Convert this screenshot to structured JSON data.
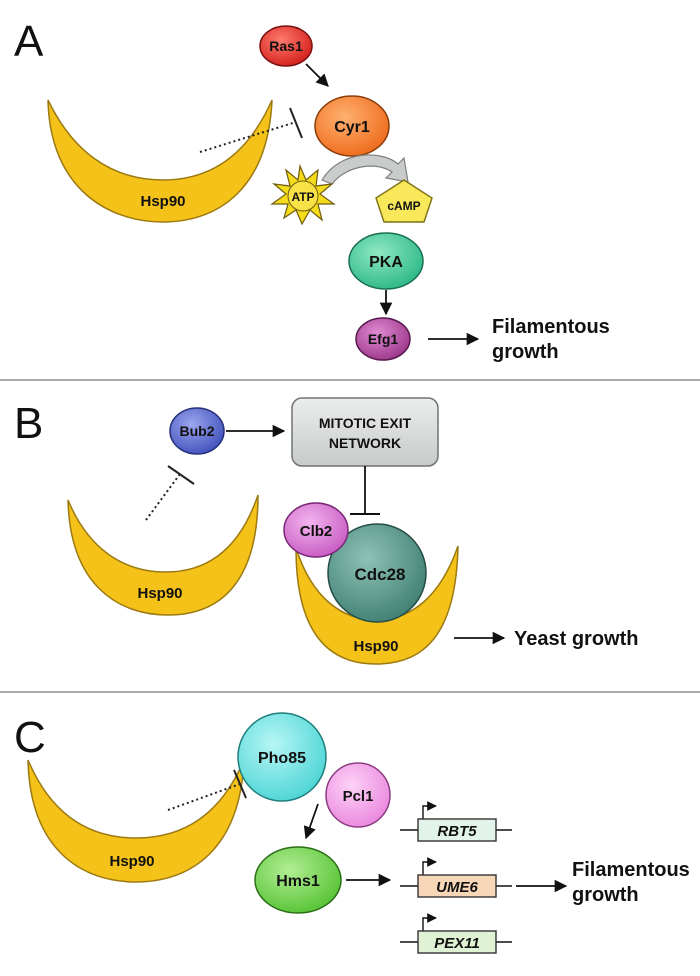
{
  "panels": {
    "A": {
      "letter": "A",
      "hsp90": "Hsp90",
      "ras1": "Ras1",
      "cyr1": "Cyr1",
      "atp": "ATP",
      "camp": "cAMP",
      "pka": "PKA",
      "efg1": "Efg1",
      "output_line1": "Filamentous",
      "output_line2": "growth"
    },
    "B": {
      "letter": "B",
      "bub2": "Bub2",
      "men_line1": "MITOTIC EXIT",
      "men_line2": "NETWORK",
      "hsp90_free": "Hsp90",
      "clb2": "Clb2",
      "cdc28": "Cdc28",
      "hsp90_complex": "Hsp90",
      "output": "Yeast growth"
    },
    "C": {
      "letter": "C",
      "hsp90": "Hsp90",
      "pho85": "Pho85",
      "pcl1": "Pcl1",
      "hms1": "Hms1",
      "genes": [
        "RBT5",
        "UME6",
        "PEX11"
      ],
      "output_line1": "Filamentous",
      "output_line2": "growth"
    }
  },
  "colors": {
    "hsp90": "#f5c21a",
    "ras1": "#e8332a",
    "cyr1": "#f37f2a",
    "atp": "#f5dc1a",
    "camp": "#f8e85a",
    "pka": "#3ec79a",
    "efg1": "#b3479e",
    "bub2": "#5566cc",
    "men_box": "#d6d9d8",
    "clb2": "#d56fd0",
    "cdc28": "#4e9486",
    "pho85": "#5ee0e0",
    "pcl1": "#f29be8",
    "hms1": "#6cd24a",
    "gene_rbt5": "#e2f4ea",
    "gene_ume6": "#f7d7b8",
    "gene_pex11": "#dff3d4"
  }
}
